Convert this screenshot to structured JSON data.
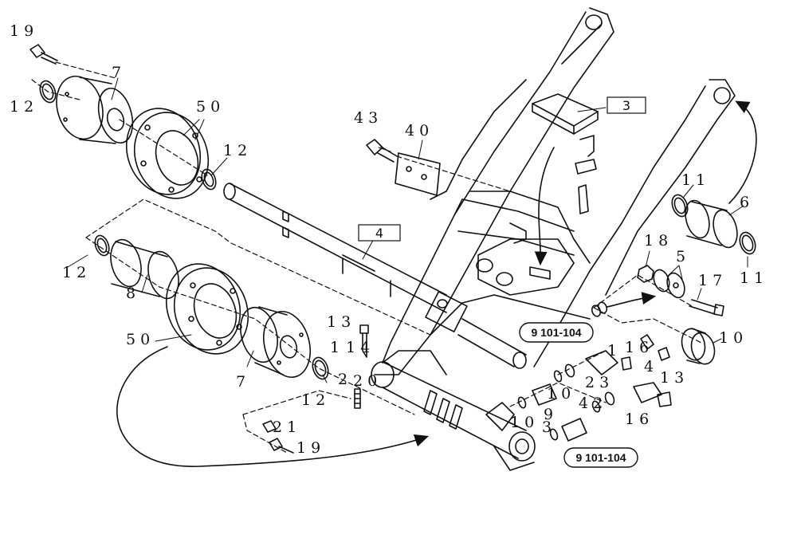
{
  "diagram": {
    "callouts": {
      "c19a": "1 9",
      "c12a": "1 2",
      "c7a": "7",
      "c50a": "5 0",
      "c12b": "1 2",
      "c43": "4 3",
      "c40": "4 0",
      "c3": "3",
      "c4": "4",
      "c11a": "1 1",
      "c6": "6",
      "c11b": "1 1",
      "c12c": "1 2",
      "c8": "8",
      "c18": "1 8",
      "c5": "5",
      "c17": "1 7",
      "c50b": "5 0",
      "c13a": "1 3",
      "c14": "1 4",
      "c1a": "1",
      "c7b": "7",
      "c2a": "2",
      "c12d": "1 2",
      "c10a": "1 0",
      "c20": "2 0",
      "c21": "2 1",
      "c19b": "1 9",
      "c16a": "1 6",
      "c14b": "4",
      "c13b": "1 3",
      "c23": "2 3",
      "c1b": "1",
      "c10b": "1 0",
      "c10c": "1 0",
      "c9": "9",
      "c24": "4 2",
      "c16b": "1 6",
      "c3b": "3"
    },
    "ref_a": "9  101-104",
    "ref_b": "9  101-104"
  }
}
